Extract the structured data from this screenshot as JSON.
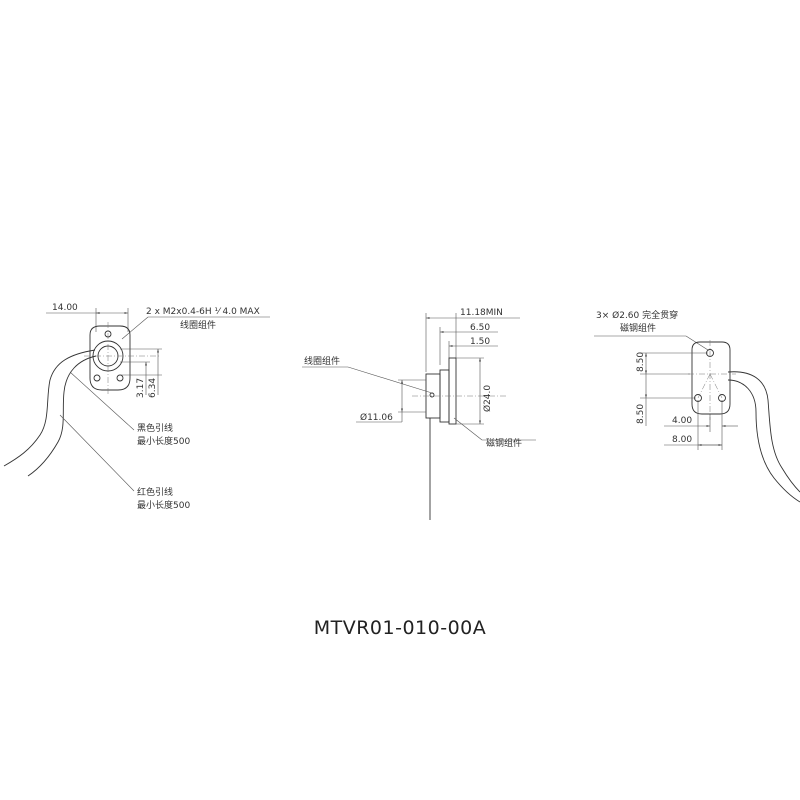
{
  "drawing_number": "MTVR01-010-00A",
  "left_view": {
    "dim_width": "14.00",
    "thread_callout": "2 x M2x0.4-6H ⅟ 4.0 MAX",
    "thread_callout_part": "线圈组件",
    "dim_small": "3.17",
    "dim_large": "6.34",
    "black_wire_name": "黑色引线",
    "black_wire_length": "最小长度500",
    "red_wire_name": "红色引线",
    "red_wire_length": "最小长度500"
  },
  "middle_view": {
    "dim_total": "11.18MIN",
    "dim_body": "6.50",
    "dim_flange": "1.50",
    "coil_label": "线圈组件",
    "coil_diameter": "Ø11.06",
    "magnet_diameter": "Ø24.0",
    "magnet_label": "磁钢组件"
  },
  "right_view": {
    "hole_callout": "3× Ø2.60 完全贯穿",
    "hole_callout_part": "磁钢组件",
    "dim_upper": "8.50",
    "dim_lower": "8.50",
    "dim_half": "4.00",
    "dim_full": "8.00"
  }
}
